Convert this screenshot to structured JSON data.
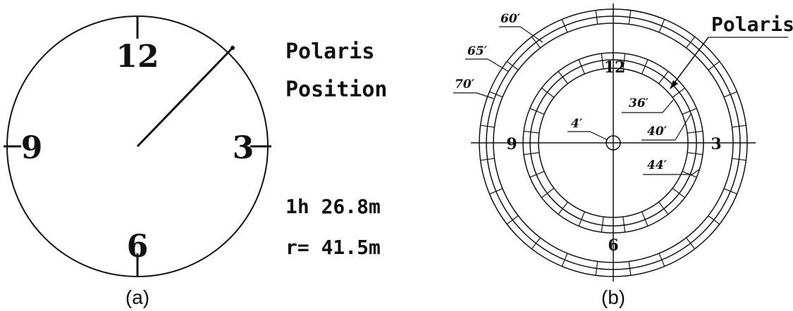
{
  "panel_a": {
    "numerals": {
      "n12": "12",
      "n3": "3",
      "n6": "6",
      "n9": "9"
    },
    "title_line1": "Polaris",
    "title_line2": "Position",
    "hour_angle": "1h 26.8m",
    "radius": "r= 41.5m",
    "caption": "(a)"
  },
  "panel_b": {
    "numerals": {
      "n12": "12",
      "n3": "3",
      "n6": "6",
      "n9": "9"
    },
    "polaris_label": "Polaris",
    "rings": {
      "r60": "60′",
      "r65": "65′",
      "r70": "70′",
      "r36": "36′",
      "r40": "40′",
      "r44": "44′",
      "r4": "4′"
    },
    "caption": "(b)"
  }
}
